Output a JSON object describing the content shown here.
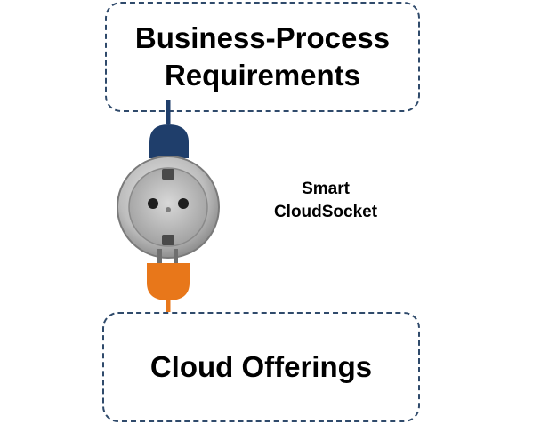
{
  "diagram": {
    "top_box": {
      "label": "Business-Process\nRequirements"
    },
    "bottom_box": {
      "label": "Cloud Offerings"
    },
    "socket": {
      "caption": "Smart\nCloudSocket",
      "plug_top_color": "#1f3e6b",
      "plug_bottom_color": "#e8771a",
      "socket_color": "#b8b8b8"
    },
    "box_border_color": "#2f4a6b"
  }
}
